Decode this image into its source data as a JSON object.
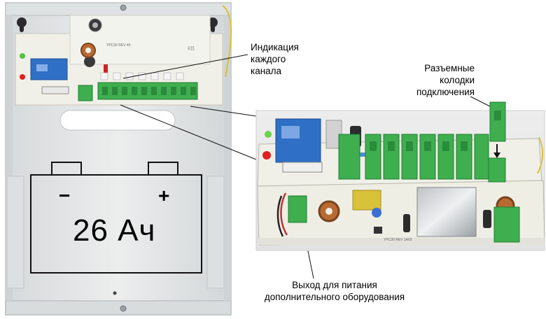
{
  "battery": {
    "capacity": "26 Ач",
    "minus": "−",
    "plus": "+"
  },
  "callouts": {
    "channel_indication": [
      "Индикация",
      "каждого",
      "канала"
    ],
    "detachable_terminals": [
      "Разъемные",
      "колодки",
      "подключения"
    ],
    "power_output": [
      "Выход для питания",
      "дополнительного оборудования"
    ]
  },
  "board_markings": {
    "main_board_code": "YPC30 REV 1A03",
    "small_board_code": "YPC30 REV 40",
    "kb_mark": "КВ"
  },
  "colors": {
    "enclosure": "#e6e8e8",
    "pcb": "#efefe6",
    "terminal_green": "#3fae4f",
    "relay_blue": "#2f6fc6",
    "led_red": "#e02020",
    "led_green": "#52c142"
  }
}
